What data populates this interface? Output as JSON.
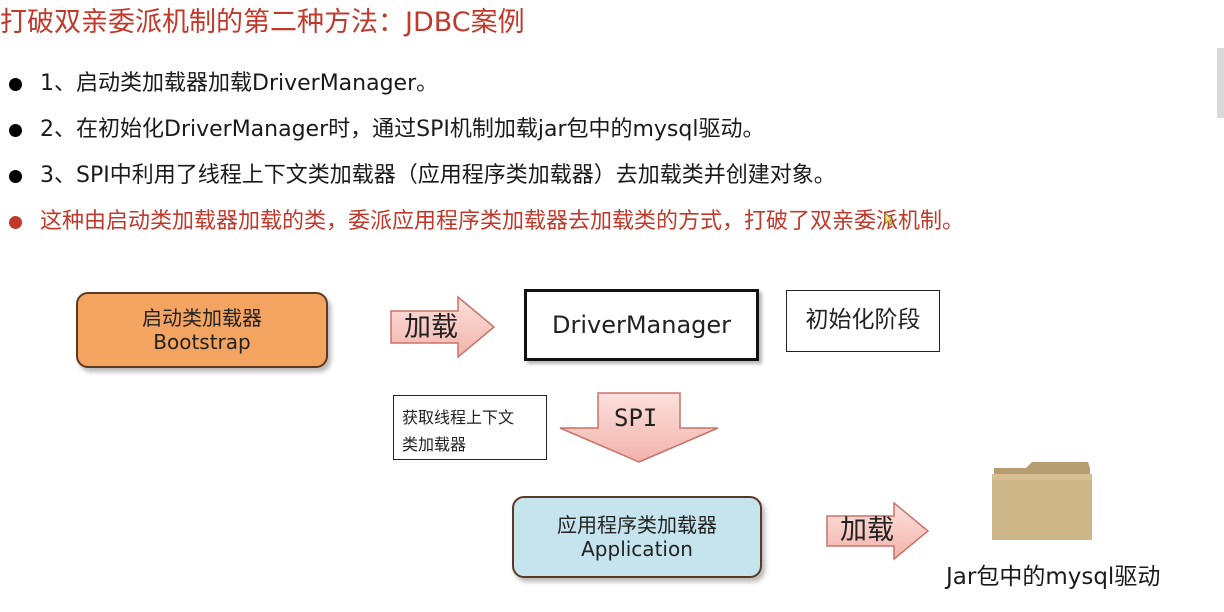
{
  "title": "打破双亲委派机制的第二种方法：JDBC案例",
  "bullets": [
    {
      "text": "1、启动类加载器加载DriverManager。",
      "color": "#1a1a1a"
    },
    {
      "text": "2、在初始化DriverManager时，通过SPI机制加载jar包中的mysql驱动。",
      "color": "#1a1a1a"
    },
    {
      "text": "3、SPI中利用了线程上下文类加载器（应用程序类加载器）去加载类并创建对象。",
      "color": "#1a1a1a"
    },
    {
      "text": "这种由启动类加载器加载的类，委派应用程序类加载器去加载类的方式，打破了双亲委派机制。",
      "color": "#c0392b"
    }
  ],
  "diagram": {
    "bootstrap": {
      "line1": "启动类加载器",
      "line2": "Bootstrap",
      "fill": "#f3a461"
    },
    "load_arrow_1": {
      "label": "加载"
    },
    "driver_manager": {
      "label": "DriverManager"
    },
    "init_stage": {
      "label": "初始化阶段"
    },
    "get_context": {
      "line1": "获取线程上下文",
      "line2": "类加载器"
    },
    "spi_arrow": {
      "label": "SPI"
    },
    "application": {
      "line1": "应用程序类加载器",
      "line2": "Application",
      "fill": "#c6e4ee"
    },
    "load_arrow_2": {
      "label": "加载"
    },
    "folder": {
      "icon": "folder-icon",
      "label": "Jar包中的mysql驱动"
    }
  }
}
